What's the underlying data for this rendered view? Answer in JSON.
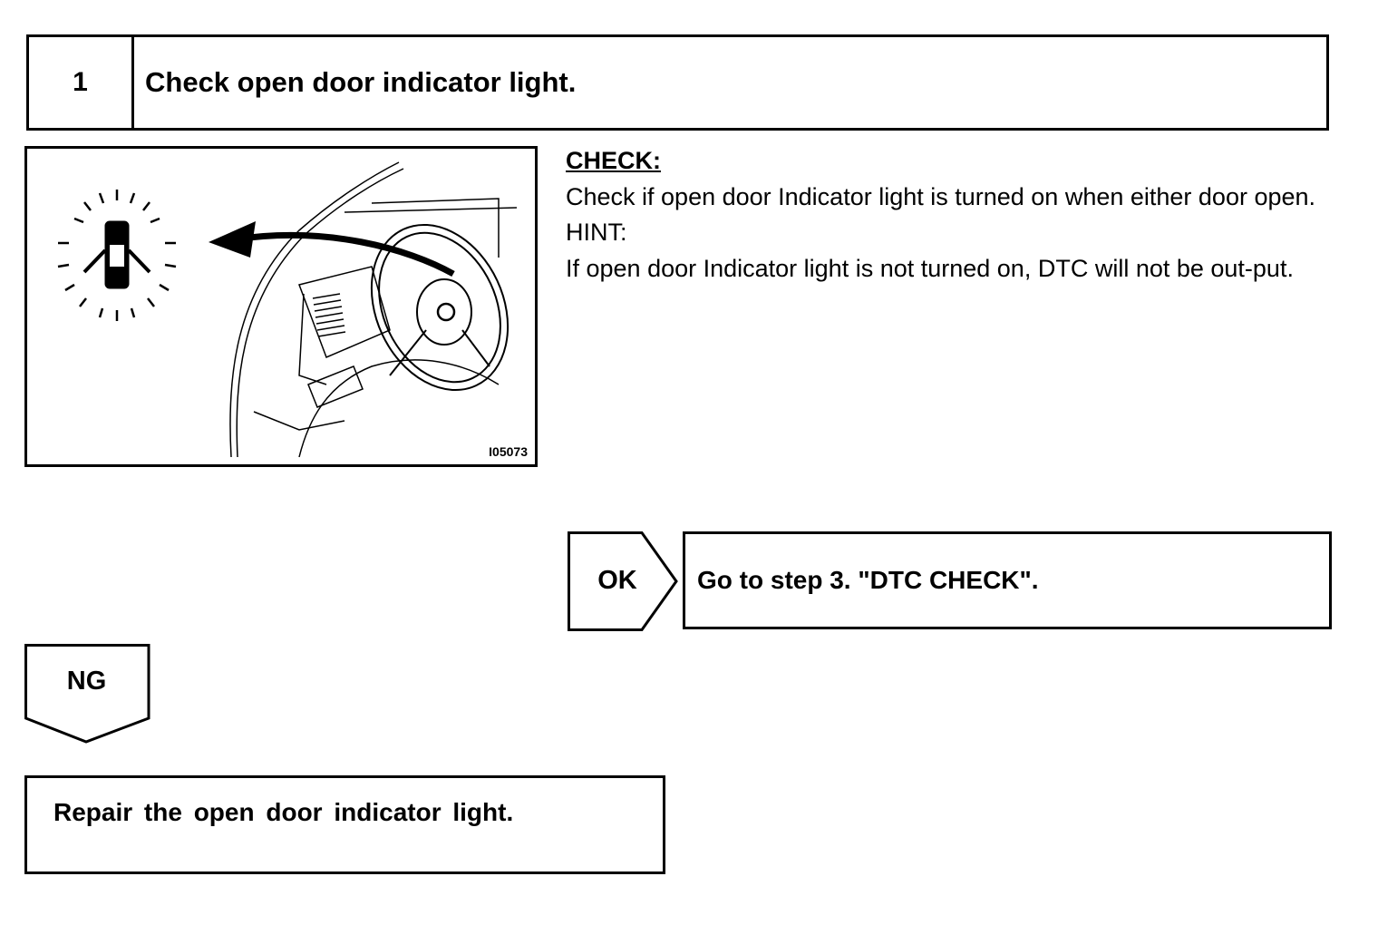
{
  "step": {
    "number": "1",
    "title": "Check open door indicator light."
  },
  "figure": {
    "code": "I05073",
    "icons": [
      "door-open-indicator-icon",
      "arrow-icon",
      "steering-wheel-icon"
    ]
  },
  "check": {
    "heading": "CHECK:",
    "text": "Check if open door Indicator light is turned on when either door open.",
    "hint_label": "HINT:",
    "hint_text": "If open door Indicator light is not turned on, DTC will not be out-put."
  },
  "ok": {
    "label": "OK",
    "result": "Go to step 3. \"DTC CHECK\"."
  },
  "ng": {
    "label": "NG",
    "result": "Repair the open door indicator light."
  }
}
